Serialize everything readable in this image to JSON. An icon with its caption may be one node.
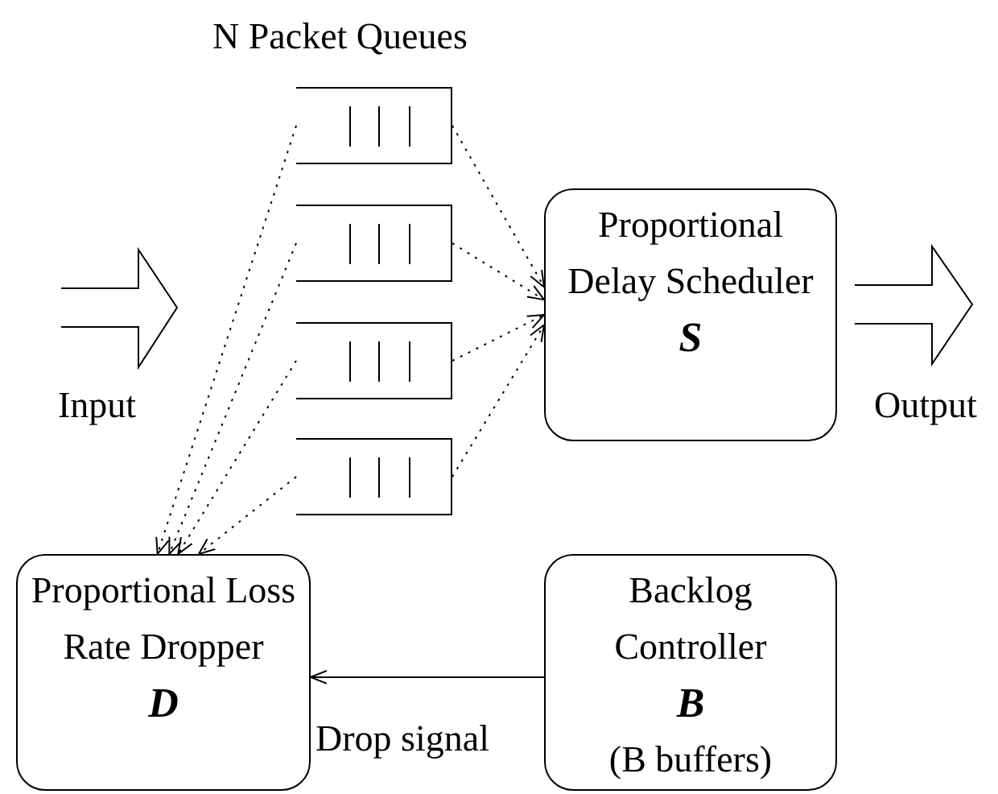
{
  "diagram": {
    "nodes": [
      {
        "text": [],
        "shape": "box"
      },
      {
        "text": [],
        "shape": "box"
      },
      {
        "text": [],
        "shape": "box"
      },
      {
        "text": [],
        "shape": "box"
      },
      {
        "text": [
          "Proportional Delay Scheduler",
          "S"
        ]
      },
      {
        "text": [
          "Proportional Loss Rate Dropper",
          "D"
        ]
      },
      {
        "text": [
          "Backlog Controller",
          "B",
          "(B buffers)"
        ]
      }
    ],
    "edges": [
      {
        "from": 0,
        "to": 4,
        "arrow": "to",
        "style": "dashed"
      },
      {
        "from": 1,
        "to": 4,
        "arrow": "to",
        "style": "dashed"
      },
      {
        "from": 2,
        "to": 4,
        "arrow": "to",
        "style": "dashed"
      },
      {
        "from": 3,
        "to": 4,
        "arrow": "to",
        "style": "dashed"
      },
      {
        "from": 0,
        "to": 5,
        "arrow": "to",
        "style": "dashed"
      },
      {
        "from": 1,
        "to": 5,
        "arrow": "to",
        "style": "dashed"
      },
      {
        "from": 2,
        "to": 5,
        "arrow": "to",
        "style": "dashed"
      },
      {
        "from": 3,
        "to": 5,
        "arrow": "to",
        "style": "dashed"
      },
      {
        "from": 6,
        "to": 5,
        "arrow": "to",
        "label": "Drop signal"
      }
    ],
    "labels": [
      "N Packet Queues",
      "Input",
      "Output"
    ]
  }
}
